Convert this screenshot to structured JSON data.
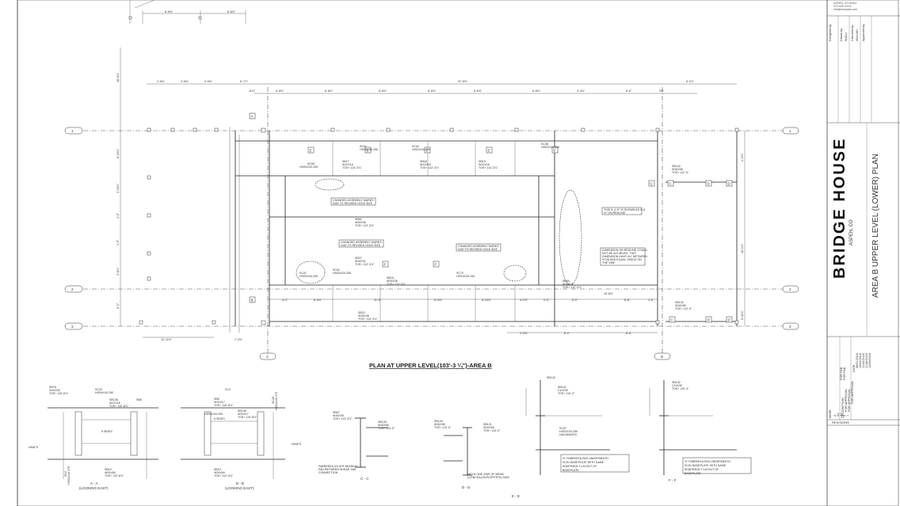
{
  "drawing": {
    "main_title": "PLAN AT UPPER LEVEL(103'-3 ¼\")-AREA B",
    "grid_lines": {
      "rows": [
        "1",
        "2",
        "3"
      ],
      "columns": [
        "C",
        "D"
      ]
    },
    "top_dims": [
      "8'-6⅝\"",
      "8'-6⅝\""
    ],
    "row_dims": [
      "2'-6⅝\"",
      "3'-6⅝\"",
      "3'-6⅝\"",
      "6'-7⅞\"",
      "57'-6⅝\"",
      "6'-2⅞\""
    ],
    "bay_dims": [
      "11⅝\"",
      "6'-8⅝\"",
      "8'-6⅝\"",
      "8'-6⅝\"",
      "8'-6⅝\"",
      "8'-6⅝\"",
      "6'-6⅝\"",
      "4'-4⅝\"",
      "8'-6\"",
      "3⅝\""
    ],
    "left_dims": [
      "18'-6⅝\"",
      "8'-10⅝\"",
      "3'-10⅝\"",
      "4'-0\"",
      "4'-0\"",
      "3'-8⅝\"",
      "6'-1\"",
      "12'-11⅝\""
    ],
    "bottom_dims": [
      "4'-2\"",
      "6'-4⅝\"",
      "11'-6\"",
      "8'-3⅝\"",
      "6'-10⅞\"",
      "4'-1⅝\"",
      "2'-0\"",
      "6'-0\"",
      "8'-6\"",
      "1'-5\""
    ],
    "bottom_dims_2": [
      "2'-5⅝\"",
      "8'-0\"",
      "8'-6\"",
      "7'-2⅝\"",
      "15'-8⅝\""
    ],
    "right_dims": [
      "4'-2⅝\"",
      "18'-1⅝\"",
      "5'-11⅝\""
    ],
    "notes": {
      "changed_1_a": "CHANGED ASSEMBLY MARKS",
      "changed_1_b": "DUE TO REVISED HOLE SIZE",
      "changed_2_a": "CHANGED ASSEMBLY MARKS",
      "changed_2_b": "DUE TO REVISED HOLE SIZE",
      "changed_3_a": "CHANGED ASSEMBLY MARKS",
      "changed_3_b": "DUE TO REVISED HOLE SIZE",
      "shown_a": "THIS 5'-4 ⅝\" IS SHOWN AS 5'-6",
      "shown_b": "⅝\" ON REDLINE",
      "redline_a": "DIMENSION ON REDLINE COULD",
      "redline_b": "NOT BE ACHIEVED. THIS",
      "redline_c": "DIMENSION HAVE 4⅛\" BETWEEN",
      "redline_d": "SC38 AND EQUAL SPACE ON",
      "redline_e": "THE SIDE"
    },
    "members": [
      {
        "mark": "SC60",
        "size": "HSS3X3X.250"
      },
      {
        "mark": "SB17",
        "size": "W12X16",
        "tos": "TOS+ 113'-3⅞\""
      },
      {
        "mark": "SC61",
        "size": "HSS3X3X.250"
      },
      {
        "mark": "SB18",
        "size": "W12X16",
        "tos": "TOS+ 113'-3⅞\""
      },
      {
        "mark": "SC62",
        "size": "HSS3X3X.250"
      },
      {
        "mark": "SB19",
        "size": "W12X16",
        "tos": "TOS+ 113'-3⅞\""
      },
      {
        "mark": "SC36",
        "size": "HSS3X3X.250"
      },
      {
        "mark": "SB61",
        "size": "W16X36",
        "tos": "TOS+ 113'-3⅞\""
      },
      {
        "mark": "SC57",
        "size": "HSS3X3X.250"
      },
      {
        "mark": "SB37",
        "size": "W16X31",
        "tos": "TOS+ 113'-3⅞\""
      },
      {
        "mark": "SC61",
        "size": "HSS3X3X.250"
      },
      {
        "mark": "SB16",
        "size": "W16X36",
        "tos": "TOS+ 113'-3⅞\""
      },
      {
        "mark": "SC70",
        "size": "HSS3X3X.250"
      },
      {
        "mark": "SB64",
        "size": "W14X22",
        "tos": "TOS+ 112'-2⅞\""
      },
      {
        "mark": "SB130",
        "size": "W16X55",
        "tos": "TOS+ 112'-0\""
      },
      {
        "mark": "SB130",
        "size": "W16X55",
        "tos": "TOS+ 112'-0\""
      },
      {
        "mark": "SB22",
        "size": "W16X36",
        "tos": "TOS+ 113'-3⅞\""
      }
    ],
    "callouts": [
      "E",
      "F",
      "D",
      "C",
      "A",
      "B"
    ]
  },
  "details": {
    "aa": {
      "title": "A - A",
      "sub": "(LOOKING EAST)",
      "labels": [
        "SB78",
        "W14X30",
        "TOS+ 110'-6⅞\"",
        "SC32",
        "HSS4X4X.250",
        "SB136",
        "W12X16",
        "TOS+ 110'-8⅞\"",
        "SB8",
        "5 SIDES",
        "SB10",
        "W24X84",
        "TOS+ 112'-6⅞\"",
        "SC2",
        "HSS4X4X.375",
        "NS&FS"
      ]
    },
    "bb": {
      "title": "B - B",
      "sub": "(LOOKING EAST)",
      "labels": [
        "SB6",
        "W10X17",
        "TOS+ 110'-8⅞\"",
        "SC2",
        "HSS3X3X.250",
        "SB136",
        "W10X17",
        "TOS+ 110'-8⅞\"",
        "SC26",
        "HSS4X4X.375",
        "5 SIDES",
        "SB10",
        "W24X84",
        "TOS+ 112'-6⅞\"",
        "NS&FS"
      ]
    },
    "cc": {
      "title": "C - C",
      "labels": [
        "SB67",
        "W16X36",
        "TOS+ 113'-3⅞\"",
        "SB130",
        "W16X55",
        "TOS+ 113'-0\"",
        "FABREEKA 3/4 ATR BEARING",
        "PAD BETWEEN SHEAR TAB",
        "CONNECTION"
      ]
    },
    "dd": {
      "title": "D - D",
      "labels": [
        "SB130",
        "W16X55",
        "TOS+ 113'-0\"",
        "SB121",
        "W16X55",
        "TOS+ 113'-0\"",
        "WELD ONE SIDE OF BEAM",
        "(CONCEALED/SOFFITED) SIDE"
      ]
    },
    "ee": {
      "title": "E - E",
      "labels": [
        "SB142",
        "C10X30",
        "TOS+ 110'-4\"",
        "SC57",
        "HSS3X3X.250",
        "GALVANIZED",
        "½\" FABREEKA PAD UNDERNEATH",
        "SC51 BASEPLATE WITH SAME",
        "SHAPE/BOLT LAYOUT OF",
        "BASEPLATE"
      ]
    },
    "ff": {
      "title": "F - F",
      "labels": [
        "SB142",
        "C10X30",
        "TOS+ 110'-4\"",
        "½\" FABREEKA PAD UNDERNEATH",
        "SC51 BASEPLATE WITH SAME",
        "SHAPE/BOLT LAYOUT OF",
        "BASEPLATE"
      ]
    }
  },
  "title_block": {
    "firm_lines": [
      "ASPEN, CO 81611",
      "970.925.XXXX",
      "info@example.com"
    ],
    "designed_by_label": "Designed by:",
    "drawn_by_label": "Drawn by:",
    "drawn_by": "WXLU",
    "checked_by_label": "Checked by:",
    "checked_by": "ANAJAH",
    "approved_by_label": "Approved by:",
    "project": "BRIDGE HOUSE",
    "location": "ASPEN, CO",
    "sheet_title": "AREA B UPPER LEVEL (LOWER) PLAN",
    "rev_headers": [
      "MARK",
      "DESCRIPTION",
      "DATE"
    ],
    "revisions": [
      {
        "mark": "A",
        "desc": "FOR APPROVAL",
        "date": "08/07/2018"
      },
      {
        "mark": "A1",
        "desc": "FOR APPROVAL",
        "date": "10/02/2018"
      },
      {
        "mark": "A2",
        "desc": "FOR APPROVAL",
        "date": "11/02/2018"
      },
      {
        "mark": "0",
        "desc": "FOR FAB",
        "date": "11/30/2018"
      },
      {
        "mark": "1",
        "desc": "FOR FAB",
        "date": "12/05/2018"
      }
    ],
    "revisions_label": "REVISIONS"
  }
}
